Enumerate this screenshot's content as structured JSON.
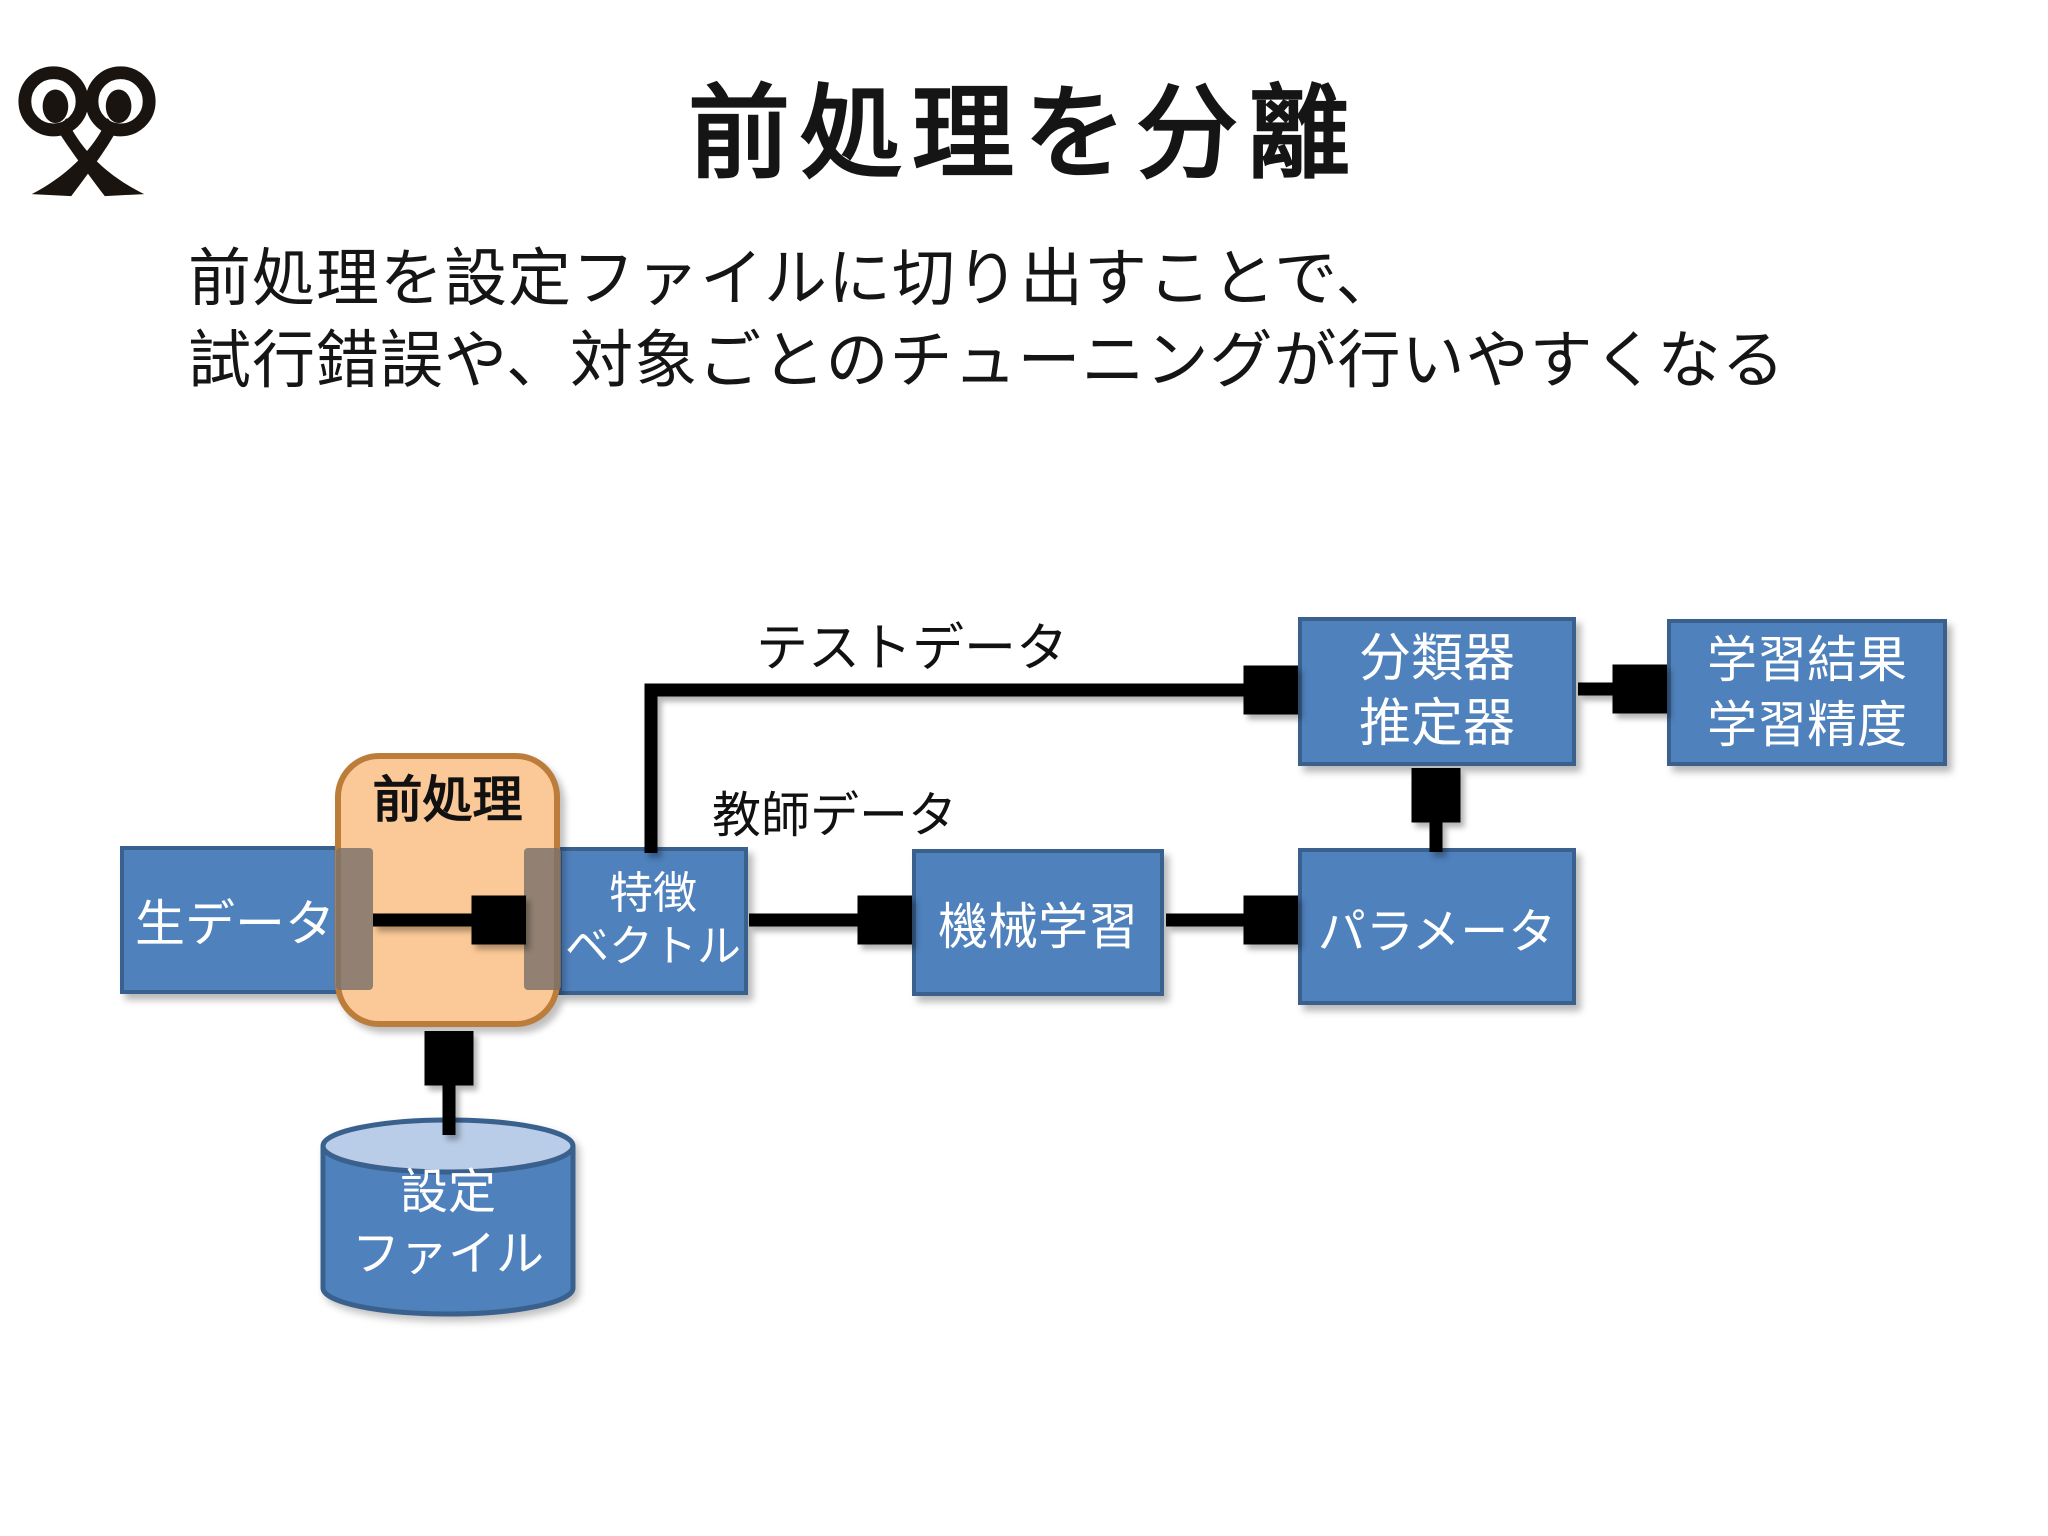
{
  "slide": {
    "title": "前処理を分離",
    "subtitle_lines": [
      "前処理を設定ファイルに切り出すことで、",
      "試行錯誤や、対象ごとのチューニングが行いやすくなる"
    ],
    "logo_icon": "scissors-icon"
  },
  "diagram": {
    "type": "flowchart",
    "preprocess_group_label": "前処理",
    "edge_labels": {
      "test_data": "テストデータ",
      "teacher_data": "教師データ"
    },
    "nodes": {
      "raw_data": {
        "label": "生データ",
        "shape": "rect"
      },
      "feature_vector": {
        "lines": [
          "特徴",
          "ベクトル"
        ],
        "shape": "rect"
      },
      "machine_learning": {
        "label": "機械学習",
        "shape": "rect"
      },
      "parameters": {
        "label": "パラメータ",
        "shape": "rect"
      },
      "classifier_estimator": {
        "lines": [
          "分類器",
          "推定器"
        ],
        "shape": "rect"
      },
      "learning_result": {
        "lines": [
          "学習結果",
          "学習精度"
        ],
        "shape": "rect"
      },
      "config_file": {
        "lines": [
          "設定",
          "ファイル"
        ],
        "shape": "cylinder"
      }
    },
    "edges": [
      {
        "from": "raw_data",
        "to": "feature_vector",
        "via": "preprocess"
      },
      {
        "from": "feature_vector",
        "to": "machine_learning",
        "label": "教師データ"
      },
      {
        "from": "machine_learning",
        "to": "parameters"
      },
      {
        "from": "parameters",
        "to": "classifier_estimator"
      },
      {
        "from": "feature_vector",
        "to": "classifier_estimator",
        "label": "テストデータ"
      },
      {
        "from": "classifier_estimator",
        "to": "learning_result"
      },
      {
        "from": "config_file",
        "to": "preprocess"
      }
    ],
    "colors": {
      "node_fill": "#4f81bd",
      "node_border": "#3a618e",
      "node_text": "#ffffff",
      "cylinder_top_fill": "#b9cde8",
      "preprocess_fill": "#fbc997",
      "preprocess_border": "#bc7c3a",
      "connector_bar": "#7a726a",
      "arrow": "#000000",
      "text": "#151515"
    }
  }
}
